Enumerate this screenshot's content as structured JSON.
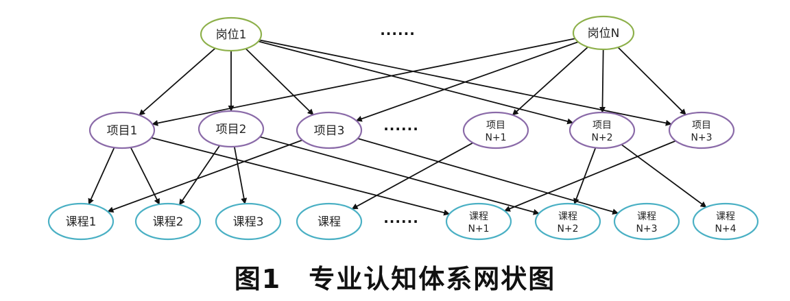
{
  "colors": {
    "position_stroke": "#8db04a",
    "project_stroke": "#8a6aa8",
    "course_stroke": "#4ab0c4",
    "edge": "#111111"
  },
  "positions": [
    {
      "id": "p1",
      "line1": "岗位1",
      "line2": ""
    },
    {
      "id": "pN",
      "line1": "岗位N",
      "line2": ""
    }
  ],
  "projects": [
    {
      "id": "j1",
      "line1": "项目1",
      "line2": ""
    },
    {
      "id": "j2",
      "line1": "项目2",
      "line2": ""
    },
    {
      "id": "j3",
      "line1": "项目3",
      "line2": ""
    },
    {
      "id": "jN1",
      "line1": "项目",
      "line2": "N+1"
    },
    {
      "id": "jN2",
      "line1": "项目",
      "line2": "N+2"
    },
    {
      "id": "jN3",
      "line1": "项目",
      "line2": "N+3"
    }
  ],
  "courses": [
    {
      "id": "c1",
      "line1": "课程1",
      "line2": ""
    },
    {
      "id": "c2",
      "line1": "课程2",
      "line2": ""
    },
    {
      "id": "c3",
      "line1": "课程3",
      "line2": ""
    },
    {
      "id": "c4",
      "line1": "课程",
      "line2": ""
    },
    {
      "id": "cN1",
      "line1": "课程",
      "line2": "N+1"
    },
    {
      "id": "cN2",
      "line1": "课程",
      "line2": "N+2"
    },
    {
      "id": "cN3",
      "line1": "课程",
      "line2": "N+3"
    },
    {
      "id": "cN4",
      "line1": "课程",
      "line2": "N+4"
    }
  ],
  "ellipses": {
    "row1": "······",
    "row2": "······",
    "row3": "······"
  },
  "edges": [
    [
      "p1",
      "j1"
    ],
    [
      "p1",
      "j2"
    ],
    [
      "p1",
      "j3"
    ],
    [
      "p1",
      "jN2"
    ],
    [
      "p1",
      "jN3"
    ],
    [
      "pN",
      "j1"
    ],
    [
      "pN",
      "j3"
    ],
    [
      "pN",
      "jN1"
    ],
    [
      "pN",
      "jN2"
    ],
    [
      "pN",
      "jN3"
    ],
    [
      "j1",
      "c1"
    ],
    [
      "j1",
      "c2"
    ],
    [
      "j1",
      "cN1"
    ],
    [
      "j2",
      "c2"
    ],
    [
      "j2",
      "c3"
    ],
    [
      "j2",
      "cN2"
    ],
    [
      "j3",
      "c1"
    ],
    [
      "j3",
      "cN3"
    ],
    [
      "jN1",
      "c4"
    ],
    [
      "jN2",
      "cN2"
    ],
    [
      "jN2",
      "cN4"
    ],
    [
      "jN3",
      "cN1"
    ]
  ],
  "caption": {
    "number": "图1",
    "title": "专业认知体系网状图"
  }
}
